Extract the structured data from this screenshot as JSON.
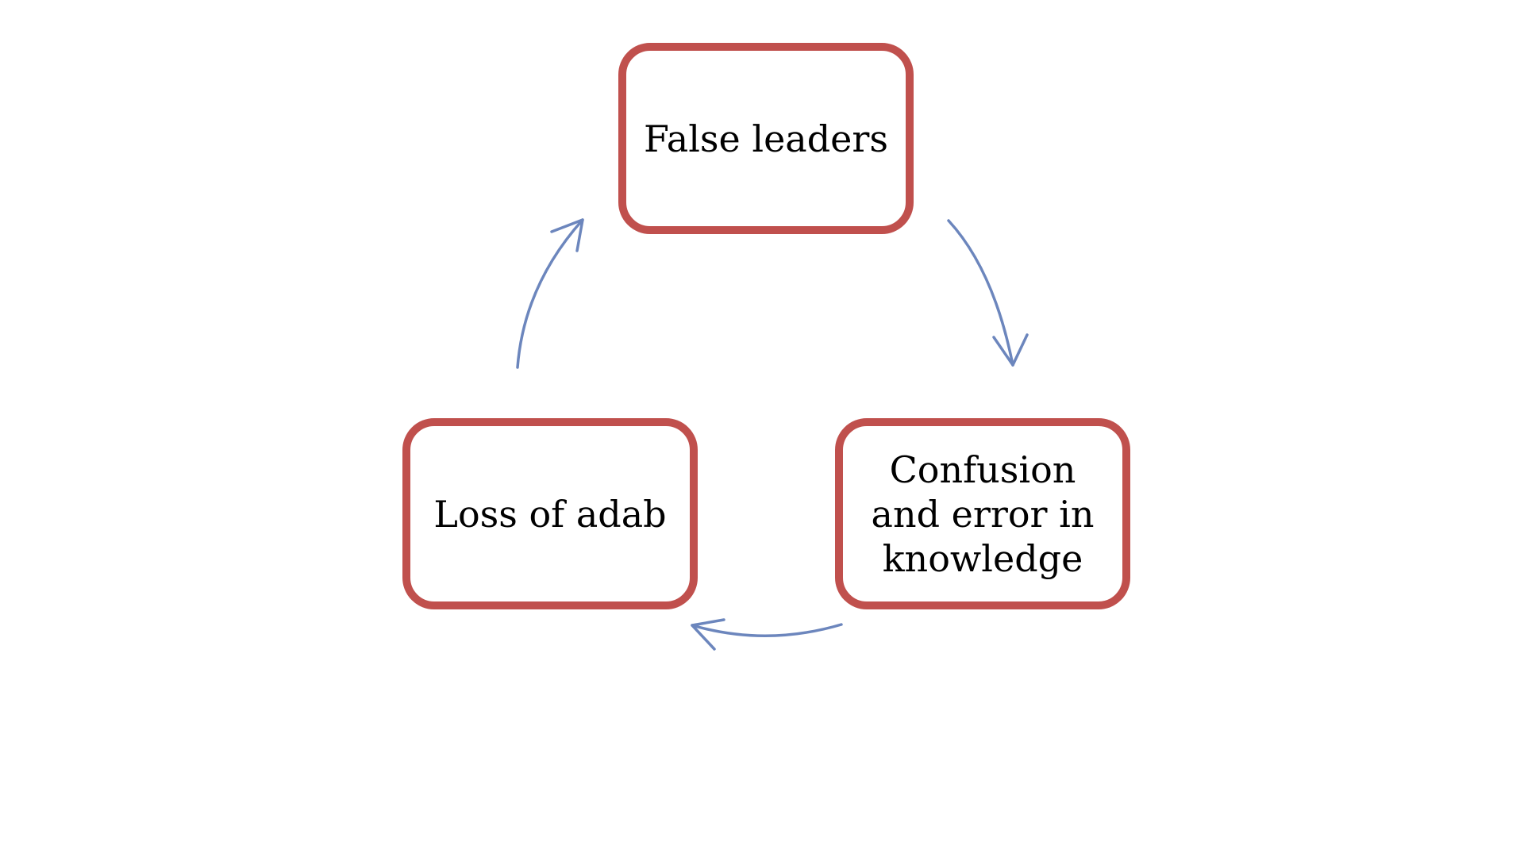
{
  "diagram": {
    "type": "cycle",
    "nodes": [
      {
        "id": "top",
        "label": "False leaders"
      },
      {
        "id": "right",
        "label": "Confusion and error in knowledge"
      },
      {
        "id": "left",
        "label": "Loss of adab"
      }
    ],
    "edges": [
      {
        "from": "top",
        "to": "right"
      },
      {
        "from": "right",
        "to": "left"
      },
      {
        "from": "left",
        "to": "top"
      }
    ],
    "colors": {
      "box_border": "#C0504D",
      "arrow": "#6C86BD",
      "text": "#000000",
      "background": "#FFFFFF"
    }
  }
}
